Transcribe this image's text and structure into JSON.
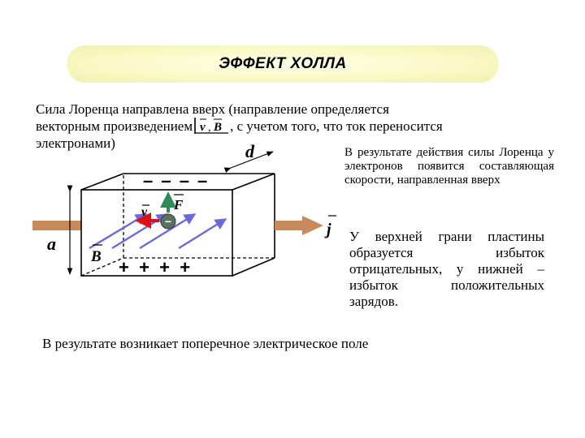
{
  "header": {
    "title": "ЭФФЕКТ ХОЛЛА"
  },
  "intro": {
    "line1": "Сила  Лоренца  направлена  вверх  (направление  определяется",
    "line2_pre": "векторным произведением ",
    "line2_vec1": "v",
    "line2_vec2": "B",
    "line2_post": ", с учетом того, что ток переносится",
    "line3": "электронами)"
  },
  "note_force": "В результате действия силы Лоренца у электронов появится составляющая скорости, направленная вверх",
  "note_charges": "У верхней грани пластины образуется избыток отрицательных, у нижней – избыток положительных зарядов.",
  "conclusion": "В результате возникает поперечное электрическое поле",
  "diagram": {
    "label_d": "d",
    "label_a": "a",
    "label_B": "B",
    "label_v": "v",
    "label_F": "F",
    "label_j": "j",
    "electron_sign": "−",
    "top_charges": "– – – –",
    "bottom_charges": "+  +  +  +",
    "colors": {
      "field_arrows": "#6a6ad8",
      "current_arrow": "#c88a5a",
      "velocity_arrow": "#dd1111",
      "force_arrow": "#2e8b57",
      "electron": "#5a7060"
    }
  }
}
